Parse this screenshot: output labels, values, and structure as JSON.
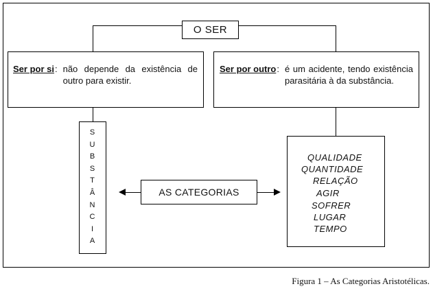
{
  "title": "O SER",
  "left_definition": {
    "term": "Ser por si",
    "text": "não depende da existência de outro para existir."
  },
  "right_definition": {
    "term": "Ser por outro",
    "text": "é um acidente, tendo existência parasitária à da substância."
  },
  "substance_letters": [
    "S",
    "U",
    "B",
    "S",
    "T",
    "Â",
    "N",
    "C",
    "I",
    "A"
  ],
  "center_label": "AS CATEGORIAS",
  "categories": [
    "QUALIDADE",
    "QUANTIDADE",
    "RELAÇÃO",
    "AGIR",
    "SOFRER",
    "LUGAR",
    "TEMPO"
  ],
  "caption": "Figura 1 – As Categorias Aristotélicas."
}
